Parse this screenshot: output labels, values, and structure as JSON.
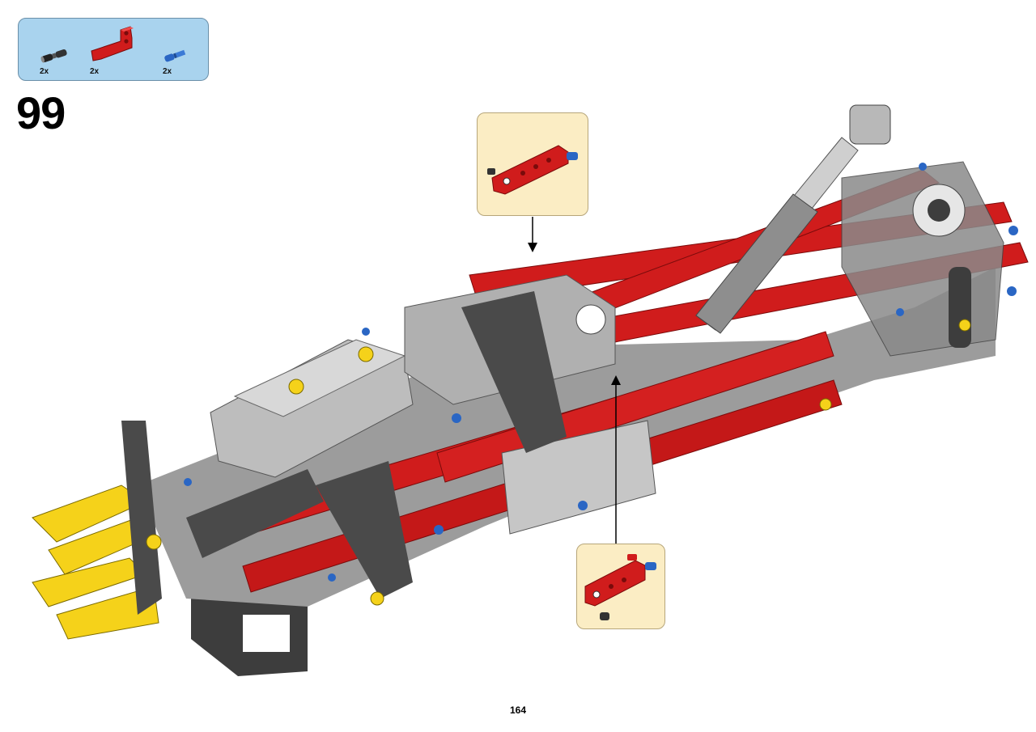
{
  "parts_list": {
    "items": [
      {
        "icon": "black-friction-pin-icon",
        "quantity": "2x"
      },
      {
        "icon": "red-bent-liftarm-icon",
        "quantity": "2x"
      },
      {
        "icon": "blue-axle-pin-icon",
        "quantity": "2x"
      }
    ]
  },
  "step": {
    "number": "99"
  },
  "page": {
    "number": "164"
  },
  "colors": {
    "parts_box_bg": "#a9d3ee",
    "callout_bg": "#fbedc4",
    "technic_red": "#d01c1c",
    "technic_grey": "#a9aaa9",
    "technic_dark": "#4a4a4a",
    "technic_yellow": "#f5d21a",
    "technic_blue": "#2a66c4"
  }
}
